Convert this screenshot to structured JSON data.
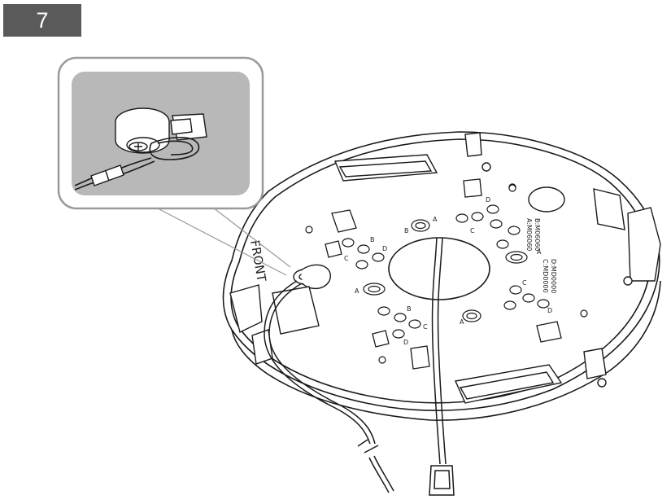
{
  "step": {
    "number": "7"
  },
  "labels": {
    "front": "FRONT",
    "a_left": "A",
    "a_bottom": "A",
    "a_top": "A",
    "a_right": "A",
    "b_top": "B",
    "b_left": "B",
    "b_bottom": "B",
    "c_top": "C",
    "c_left": "C",
    "c_bottom": "C",
    "c_right": "C",
    "d_top": "D",
    "d_left": "D",
    "d_bottom": "D",
    "d_right": "D",
    "hole_text_1": "A:M06060",
    "hole_text_2": "B:M06060",
    "hole_text_3": "C:MD0000",
    "hole_text_4": "D:MD0000"
  },
  "colors": {
    "badge": "#5a5a5a",
    "inset_bg": "#b8b8b8",
    "line": "#1a1a1a"
  },
  "icons": [
    "ground-screw-icon",
    "ground-wire-icon",
    "lan-cable-icon",
    "rj45-connector-icon"
  ]
}
